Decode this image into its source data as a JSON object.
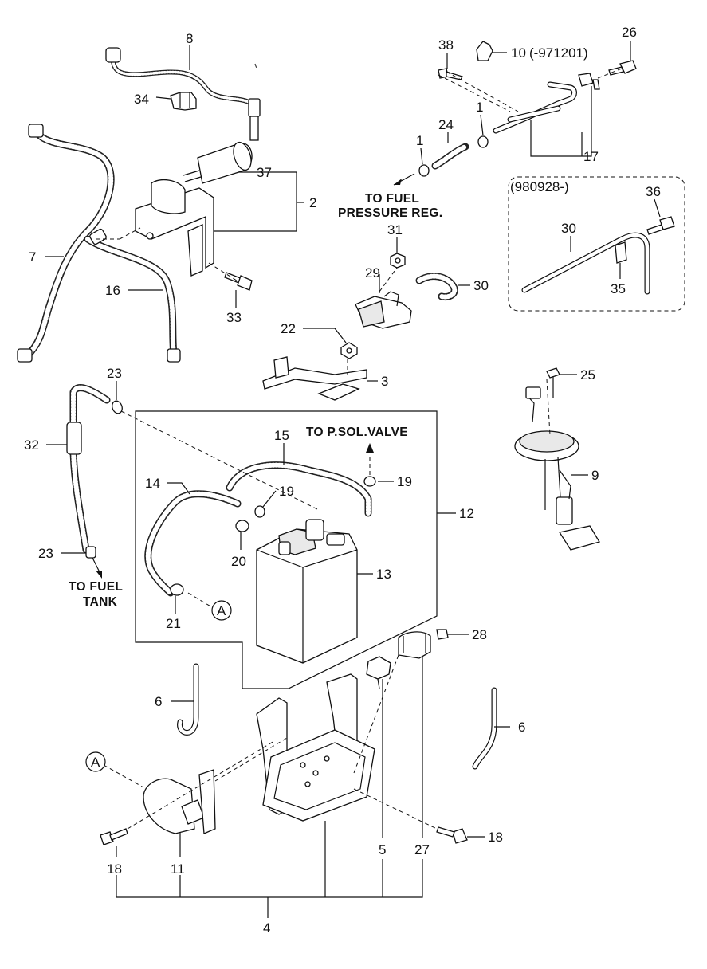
{
  "diagram": {
    "notes": {
      "to_fuel_pressure_reg_line1": "TO FUEL",
      "to_fuel_pressure_reg_line2": "PRESSURE REG.",
      "to_p_sol_valve": "TO P.SOL.VALVE",
      "to_fuel_tank_line1": "TO FUEL",
      "to_fuel_tank_line2": "TANK",
      "variant_980928": "(980928-)",
      "variant_971201": "(-971201)",
      "ref_a": "A"
    },
    "part_labels": {
      "p1a": "1",
      "p1b": "1",
      "p2": "2",
      "p3": "3",
      "p4": "4",
      "p5": "5",
      "p6a": "6",
      "p6b": "6",
      "p7": "7",
      "p8": "8",
      "p9": "9",
      "p10": "10",
      "p11": "11",
      "p12": "12",
      "p13": "13",
      "p14": "14",
      "p15": "15",
      "p16": "16",
      "p17": "17",
      "p18a": "18",
      "p18b": "18",
      "p19a": "19",
      "p19b": "19",
      "p20": "20",
      "p21": "21",
      "p22": "22",
      "p23a": "23",
      "p23b": "23",
      "p24": "24",
      "p25": "25",
      "p26": "26",
      "p27": "27",
      "p28": "28",
      "p29": "29",
      "p30a": "30",
      "p30b": "30",
      "p31": "31",
      "p32": "32",
      "p33": "33",
      "p34": "34",
      "p35": "35",
      "p36": "36",
      "p37": "37",
      "p38": "38"
    }
  }
}
